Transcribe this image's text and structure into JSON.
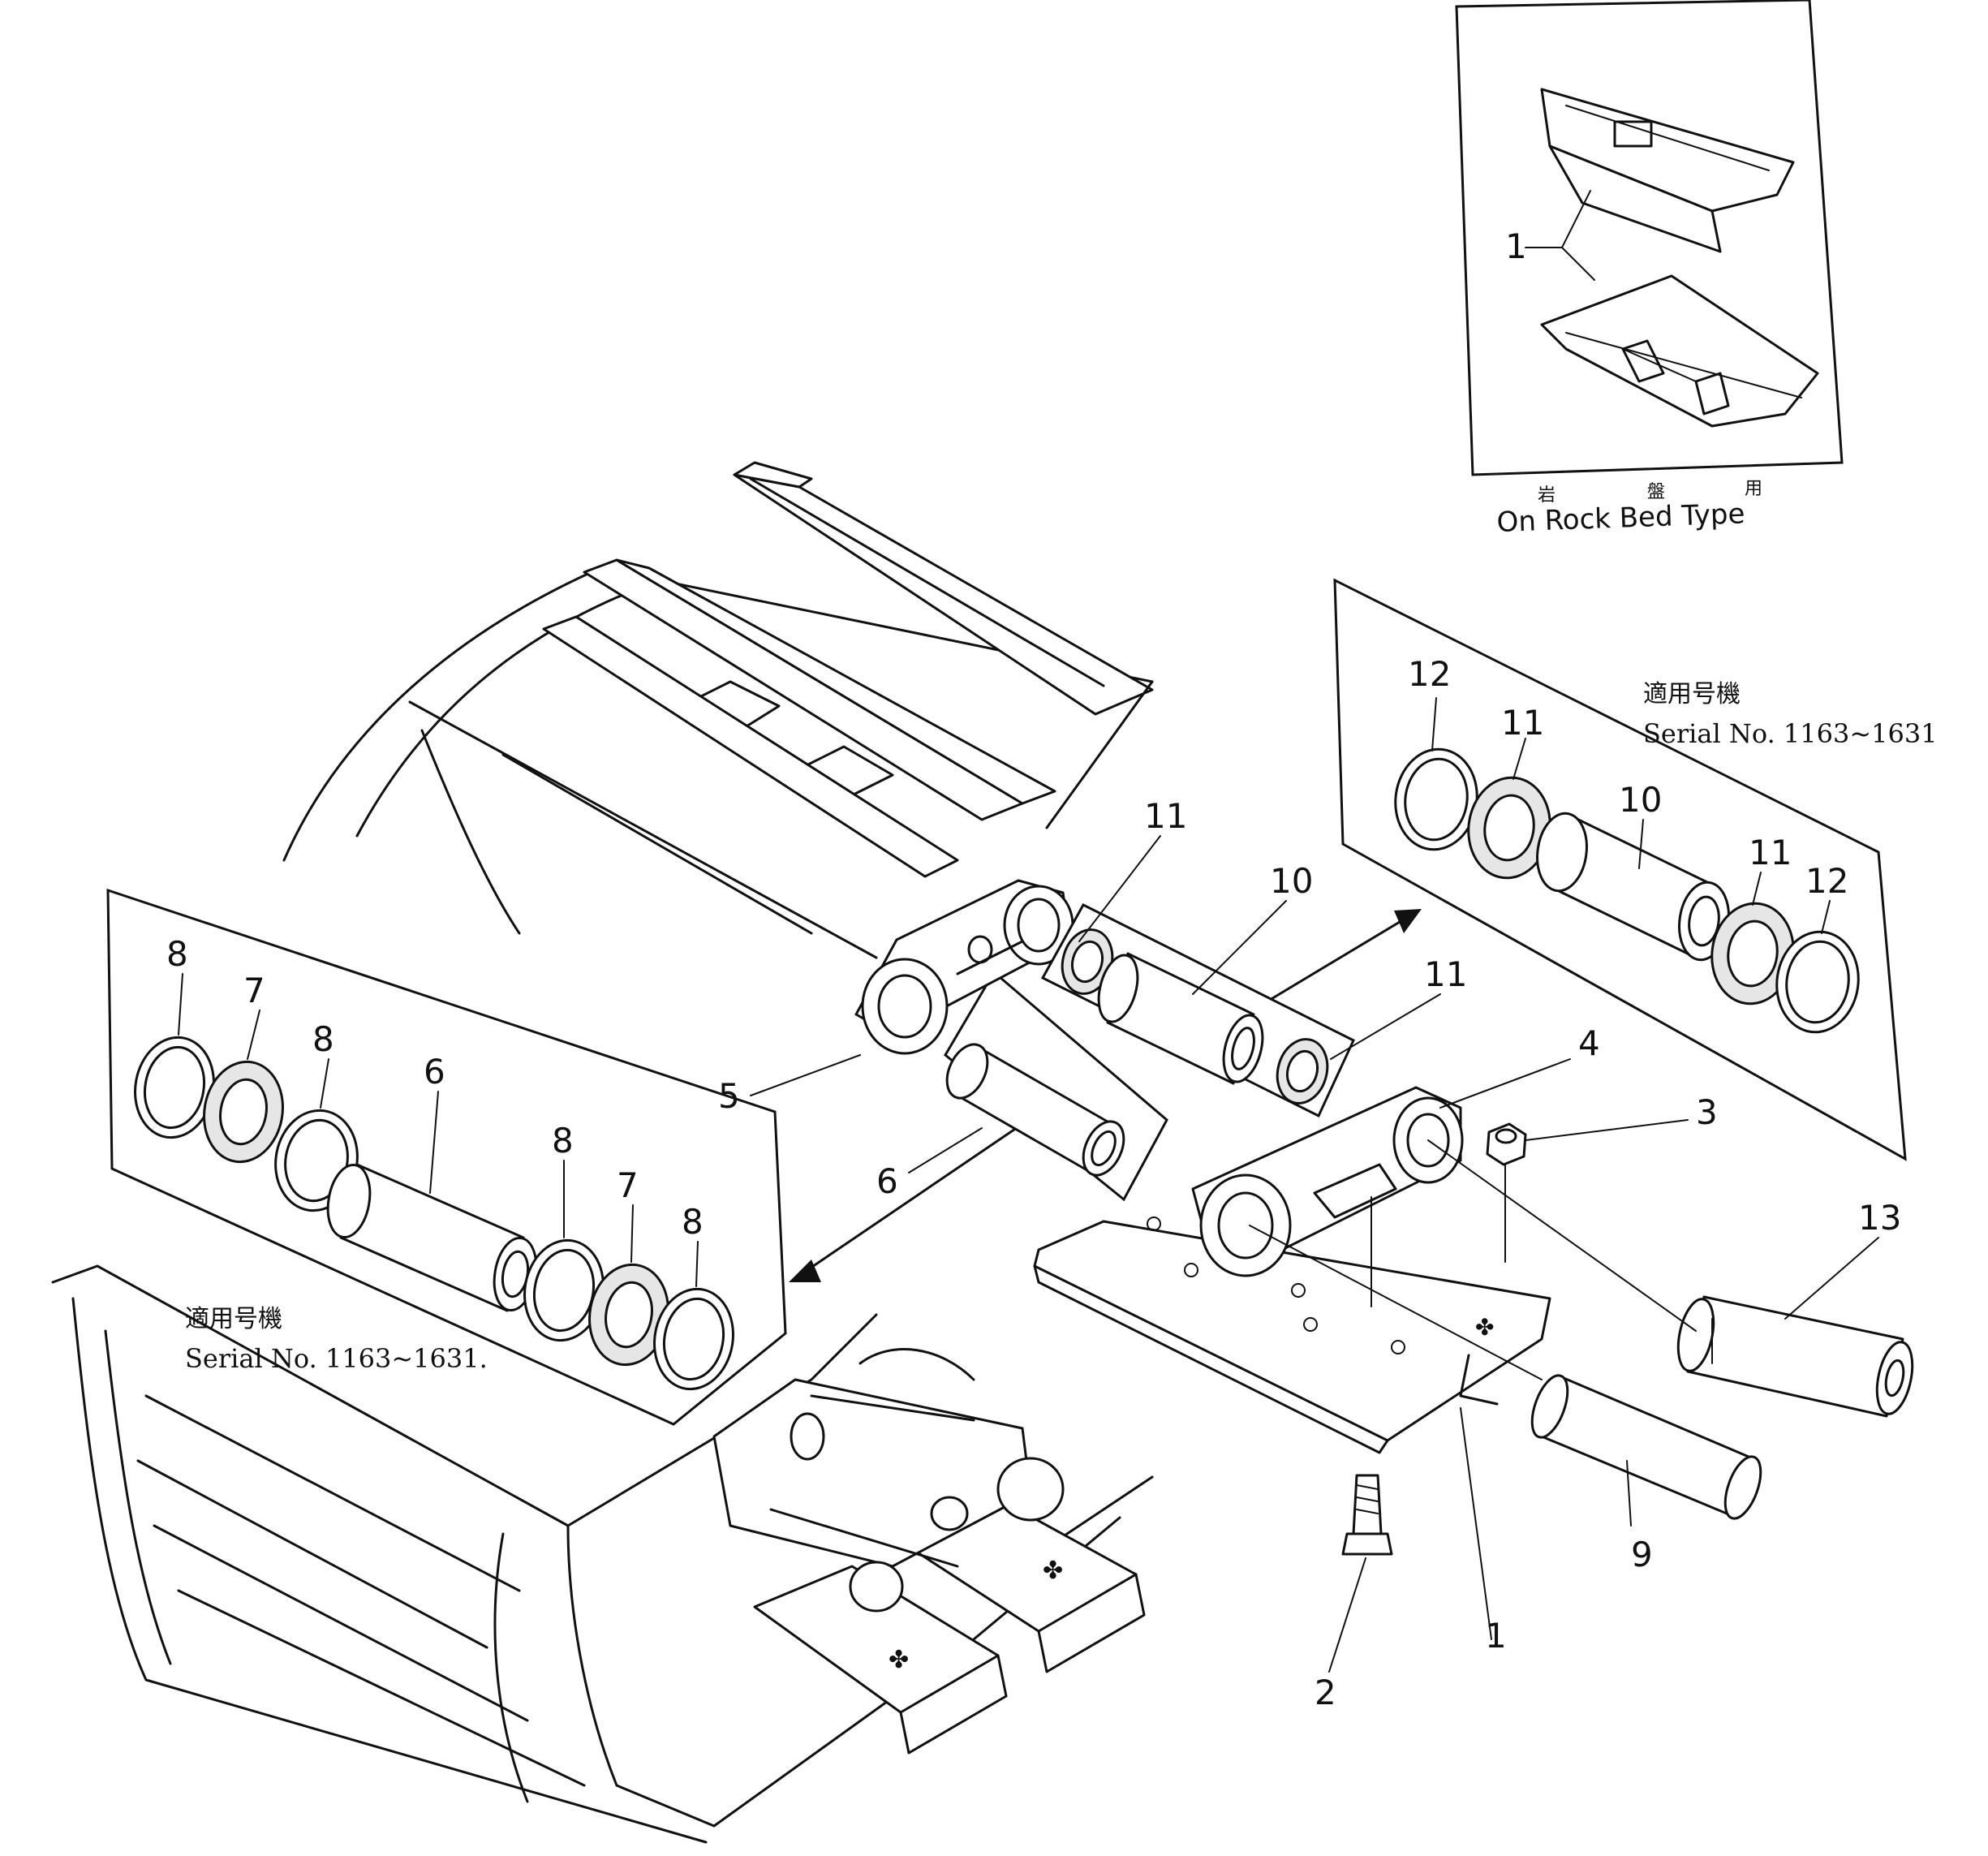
{
  "inset": {
    "label_top_chars": [
      "岩",
      "盤",
      "用"
    ],
    "label_bottom": "On Rock Bed Type",
    "part_number": "1"
  },
  "right_panel": {
    "applicable_label_jp": "適用号機",
    "serial_label": "Serial No. 1163~1631",
    "callouts": [
      "12",
      "11",
      "10",
      "11",
      "12"
    ]
  },
  "left_panel": {
    "applicable_label_jp": "適用号機",
    "serial_label": "Serial No. 1163~1631.",
    "callouts": [
      "8",
      "7",
      "8",
      "6",
      "8",
      "7",
      "8"
    ]
  },
  "main_callouts": {
    "link_left": "5",
    "bushing_left": "6",
    "seal_mid": "11",
    "pin_mid": "10",
    "seal_mid_right": "11",
    "link_right": "4",
    "nut": "3",
    "pin_master": "13",
    "pin_lower": "9",
    "shoe": "1",
    "bolt": "2"
  }
}
